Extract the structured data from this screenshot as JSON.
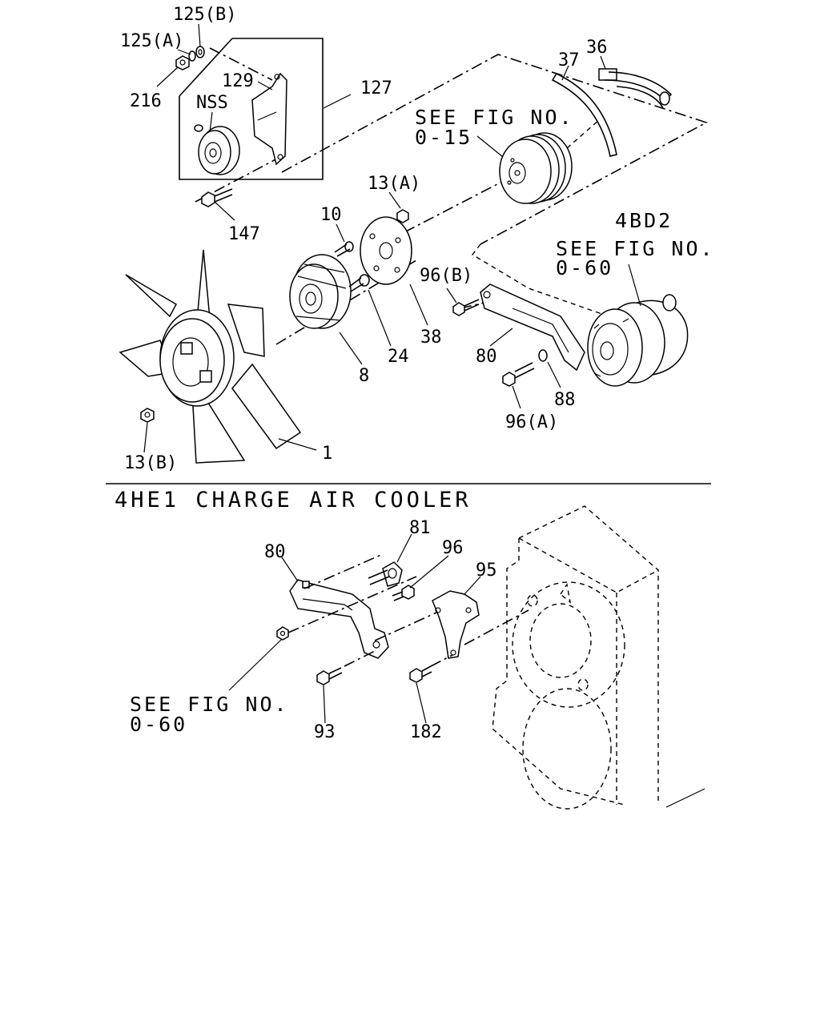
{
  "upper_section": {
    "callouts": [
      {
        "id": "c-125b",
        "label": "125(B)"
      },
      {
        "id": "c-125a",
        "label": "125(A)"
      },
      {
        "id": "c-216",
        "label": "216"
      },
      {
        "id": "c-129",
        "label": "129"
      },
      {
        "id": "c-127",
        "label": "127"
      },
      {
        "id": "c-nss",
        "label": "NSS"
      },
      {
        "id": "c-147",
        "label": "147"
      },
      {
        "id": "c-37",
        "label": "37"
      },
      {
        "id": "c-36",
        "label": "36"
      },
      {
        "id": "c-13a",
        "label": "13(A)"
      },
      {
        "id": "c-10",
        "label": "10"
      },
      {
        "id": "c-96b",
        "label": "96(B)"
      },
      {
        "id": "c-38",
        "label": "38"
      },
      {
        "id": "c-24",
        "label": "24"
      },
      {
        "id": "c-8",
        "label": "8"
      },
      {
        "id": "c-80",
        "label": "80"
      },
      {
        "id": "c-88",
        "label": "88"
      },
      {
        "id": "c-96a",
        "label": "96(A)"
      },
      {
        "id": "c-13b",
        "label": "13(B)"
      },
      {
        "id": "c-1",
        "label": "1"
      }
    ],
    "ref_fig_015": {
      "line1": "SEE FIG NO.",
      "line2": "0-15"
    },
    "engine_label": "4BD2",
    "ref_fig_060": {
      "line1": "SEE FIG NO.",
      "line2": "0-60"
    }
  },
  "lower_section": {
    "title": "4HE1 CHARGE AIR COOLER",
    "callouts": [
      {
        "id": "c-80-lower",
        "label": "80"
      },
      {
        "id": "c-81",
        "label": "81"
      },
      {
        "id": "c-96",
        "label": "96"
      },
      {
        "id": "c-95",
        "label": "95"
      },
      {
        "id": "c-93",
        "label": "93"
      },
      {
        "id": "c-182",
        "label": "182"
      }
    ],
    "ref_fig_060": {
      "line1": "SEE FIG NO.",
      "line2": "0-60"
    }
  }
}
